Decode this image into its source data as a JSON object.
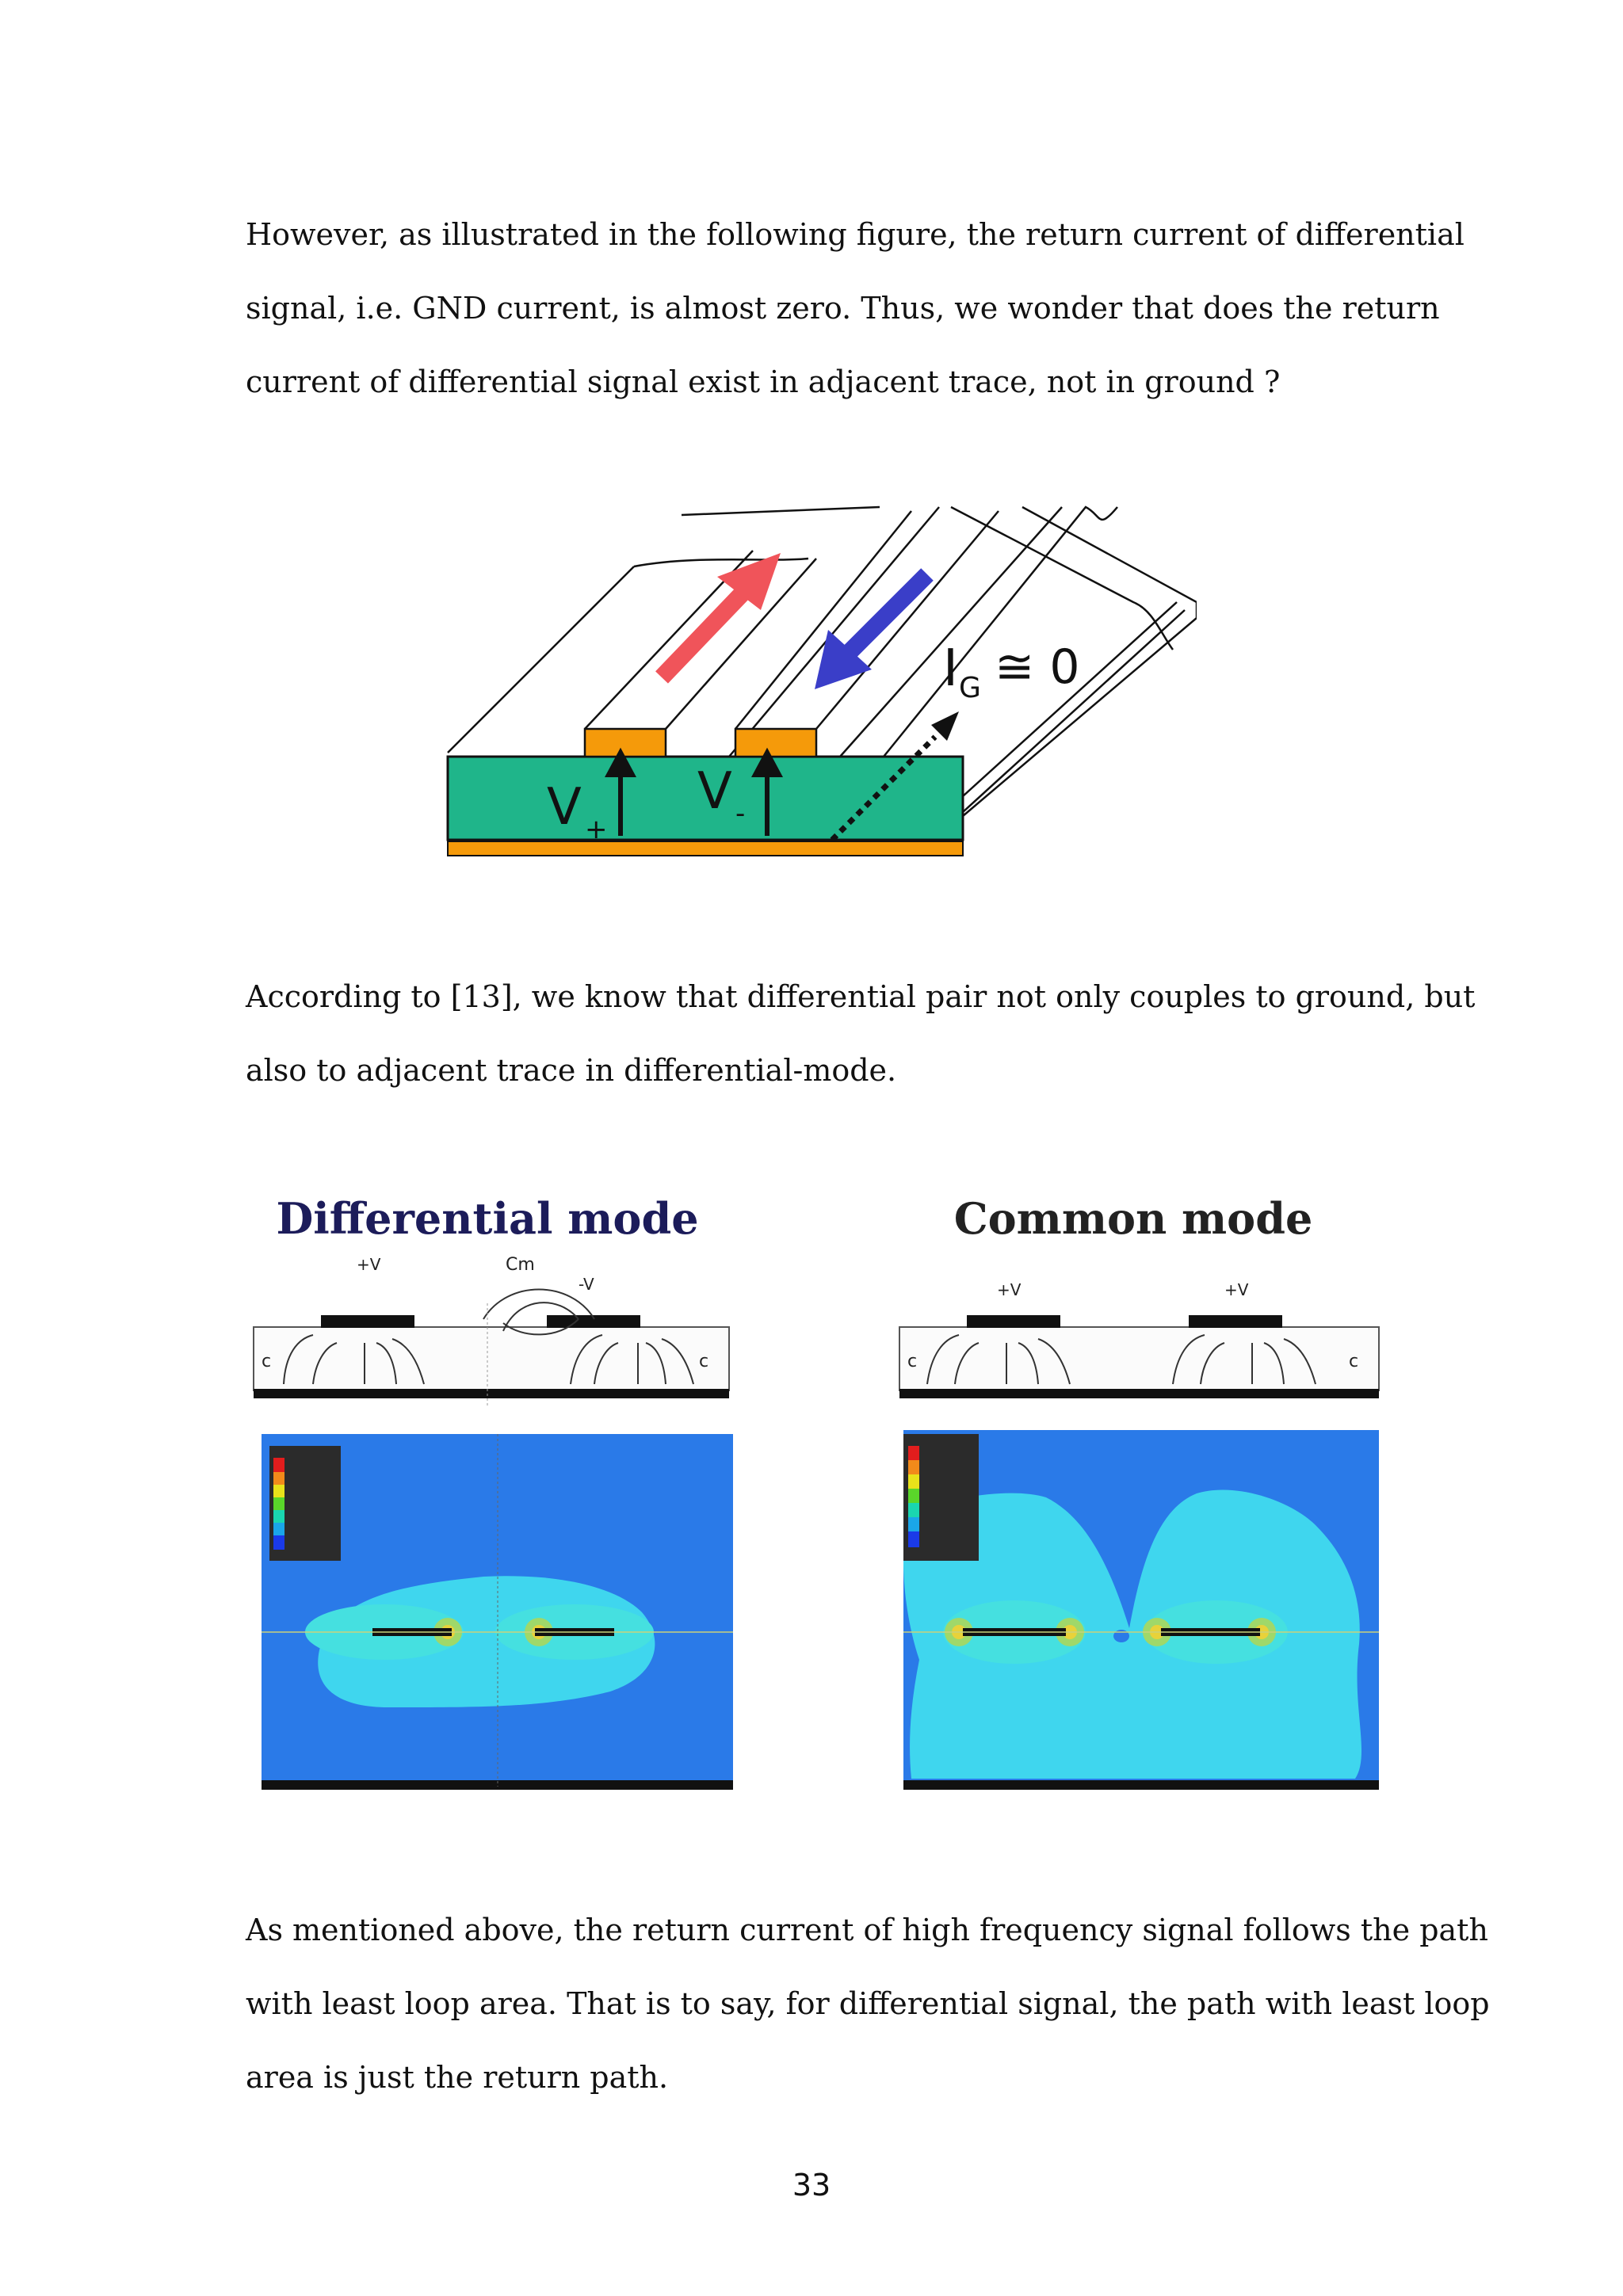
{
  "paragraphs": {
    "p1": [
      "However, as illustrated in the following figure, the return current of differential",
      "signal, i.e. GND current, is almost zero. Thus, we wonder that does the return",
      "current of differential signal exist in adjacent trace, not in ground ?"
    ],
    "p2": [
      "According to [13], we know that differential pair not only couples to ground, but",
      "also to adjacent trace in differential-mode."
    ],
    "p3": [
      "As mentioned above, the return current of high frequency signal follows the path",
      "with least loop area. That is to say, for differential signal, the path with least loop",
      "area is just the return path."
    ]
  },
  "figure1": {
    "v_plus": "V",
    "v_plus_sub": "+",
    "v_minus": "V",
    "v_minus_sub": "-",
    "ig_label": "I",
    "ig_sub": "G",
    "ig_rel": "≅ 0",
    "colors": {
      "substrate": "#1fb58a",
      "copper": "#f59a0a",
      "arrow_up": "#f0545a",
      "arrow_down": "#3a3ec8"
    }
  },
  "figure2": {
    "left": {
      "title": "Differential mode",
      "label_left": "+V",
      "label_mid": "Cm",
      "label_right": "-V",
      "cap_left": "c",
      "cap_right": "c"
    },
    "right": {
      "title": "Common mode",
      "label_left": "+V",
      "label_right": "+V",
      "cap_left": "c",
      "cap_right": "c"
    },
    "colors": {
      "background_field": "#2a7ae8",
      "field_light": "#3fd6ee",
      "title_left": "#1c1c5a"
    }
  },
  "page_number": "33"
}
